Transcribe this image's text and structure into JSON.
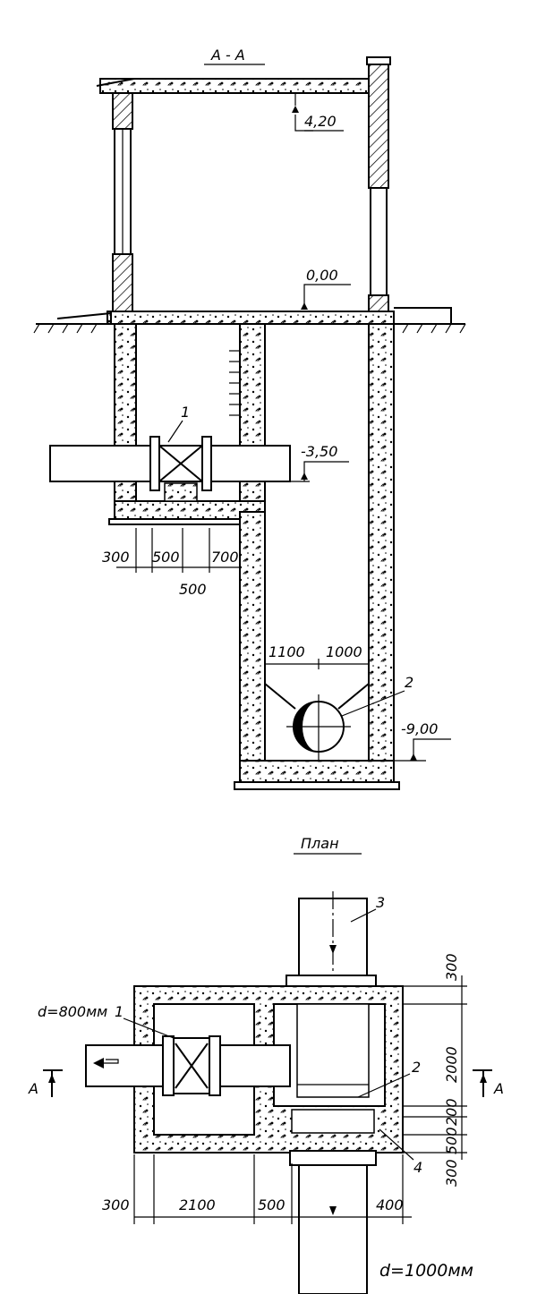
{
  "section": {
    "title": "А - А",
    "elevations": {
      "roof": "4,20",
      "floor": "0,00",
      "pipe": "-3,50",
      "bottom": "-9,00"
    },
    "dimensions": {
      "d1": "300",
      "d2": "500",
      "d3": "700",
      "d4": "500",
      "w_left": "1100",
      "w_right": "1000"
    },
    "callouts": {
      "valve": "1",
      "inlet": "2"
    }
  },
  "plan": {
    "title": "План",
    "outlet_pipe_label": "d=800мм",
    "inlet_pipe_label": "d=1000мм",
    "section_mark": "А",
    "callouts": {
      "valve": "1",
      "inlet": "2",
      "pipe": "3",
      "item4": "4"
    },
    "dimensions": {
      "bottom_300": "300",
      "bottom_2100": "2100",
      "bottom_500": "500",
      "bottom_400": "400",
      "right_300_top": "300",
      "right_2000": "2000",
      "right_200": "200",
      "right_500": "500",
      "right_300_bottom": "300"
    }
  }
}
